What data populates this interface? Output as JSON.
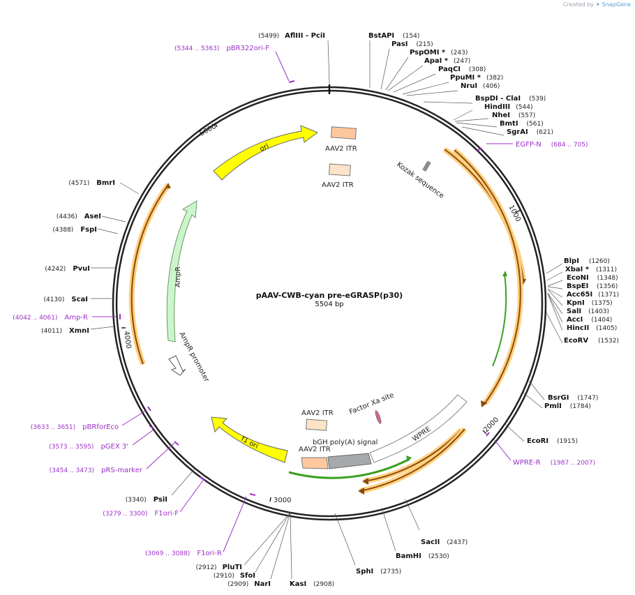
{
  "credit": {
    "prefix": "Created by",
    "brand": "SnapGene"
  },
  "title": "pAAV-CWB-cyan pre-eGRASP(p30)",
  "subtitle": "5504 bp",
  "ticks": [
    "1000",
    "2000",
    "3000",
    "4000",
    "5000"
  ],
  "enzymes": [
    {
      "name": "AflIII  - PciI",
      "pos": "(5499)"
    },
    {
      "name": "BstAPI",
      "pos": "(154)"
    },
    {
      "name": "PasI",
      "pos": "(215)"
    },
    {
      "name": "PspOMI *",
      "pos": "(243)"
    },
    {
      "name": "ApaI *",
      "pos": "(247)"
    },
    {
      "name": "PaqCI",
      "pos": "(308)"
    },
    {
      "name": "PpuMI *",
      "pos": "(382)"
    },
    {
      "name": "NruI",
      "pos": "(406)"
    },
    {
      "name": "BspDI  - ClaI",
      "pos": "(539)"
    },
    {
      "name": "HindIII",
      "pos": "(544)"
    },
    {
      "name": "NheI",
      "pos": "(557)"
    },
    {
      "name": "BmtI",
      "pos": "(561)"
    },
    {
      "name": "SgrAI",
      "pos": "(621)"
    },
    {
      "name": "BlpI",
      "pos": "(1260)"
    },
    {
      "name": "XbaI *",
      "pos": "(1311)"
    },
    {
      "name": "EcoNI",
      "pos": "(1348)"
    },
    {
      "name": "BspEI",
      "pos": "(1356)"
    },
    {
      "name": "Acc65I",
      "pos": "(1371)"
    },
    {
      "name": "KpnI",
      "pos": "(1375)"
    },
    {
      "name": "SalI",
      "pos": "(1403)"
    },
    {
      "name": "AccI",
      "pos": "(1404)"
    },
    {
      "name": "HincII",
      "pos": "(1405)"
    },
    {
      "name": "EcoRV",
      "pos": "(1532)"
    },
    {
      "name": "BsrGI",
      "pos": "(1747)"
    },
    {
      "name": "PmlI",
      "pos": "(1784)"
    },
    {
      "name": "EcoRI",
      "pos": "(1915)"
    },
    {
      "name": "SacII",
      "pos": "(2437)"
    },
    {
      "name": "BamHI",
      "pos": "(2530)"
    },
    {
      "name": "SphI",
      "pos": "(2735)"
    },
    {
      "name": "KasI",
      "pos": "(2908)"
    },
    {
      "name": "NarI",
      "pos": "(2909)"
    },
    {
      "name": "SfoI",
      "pos": "(2910)"
    },
    {
      "name": "PluTI",
      "pos": "(2912)"
    },
    {
      "name": "PsiI",
      "pos": "(3340)"
    },
    {
      "name": "XmnI",
      "pos": "(4011)"
    },
    {
      "name": "ScaI",
      "pos": "(4130)"
    },
    {
      "name": "PvuI",
      "pos": "(4242)"
    },
    {
      "name": "FspI",
      "pos": "(4388)"
    },
    {
      "name": "AseI",
      "pos": "(4436)"
    },
    {
      "name": "BmrI",
      "pos": "(4571)"
    }
  ],
  "primers": [
    {
      "name": "pBR322ori-F",
      "pos": "(5344 .. 5363)"
    },
    {
      "name": "EGFP-N",
      "pos": "(684 .. 705)"
    },
    {
      "name": "WPRE-R",
      "pos": "(1987 .. 2007)"
    },
    {
      "name": "F1ori-R",
      "pos": "(3069 .. 3088)"
    },
    {
      "name": "F1ori-F",
      "pos": "(3279 .. 3300)"
    },
    {
      "name": "pRS-marker",
      "pos": "(3454 .. 3473)"
    },
    {
      "name": "pGEX 3'",
      "pos": "(3573 .. 3595)"
    },
    {
      "name": "pBRforEco",
      "pos": "(3633 .. 3651)"
    },
    {
      "name": "Amp-R",
      "pos": "(4042 .. 4061)"
    }
  ],
  "features": [
    "ori",
    "AAV2 ITR",
    "AAV2 ITR",
    "Kozak sequence",
    "AmpR",
    "AmpR promoter",
    "AAV2 ITR",
    "Factor Xa site",
    "bGH poly(A) signal",
    "AAV2 ITR",
    "WPRE",
    "f1 ori"
  ],
  "colors": {
    "backbone": "#222222",
    "primer": "#9b30c8",
    "ori": "#ffff00",
    "ampr": "#ccf5cc",
    "itr": "#ffc79e",
    "itr_light": "#ffe3c8",
    "orf_highlight": "#ffd080",
    "orf": "#8b4a0a",
    "green_line": "#3aa020",
    "polya": "#a6a8ab",
    "kozak": "#909090"
  }
}
